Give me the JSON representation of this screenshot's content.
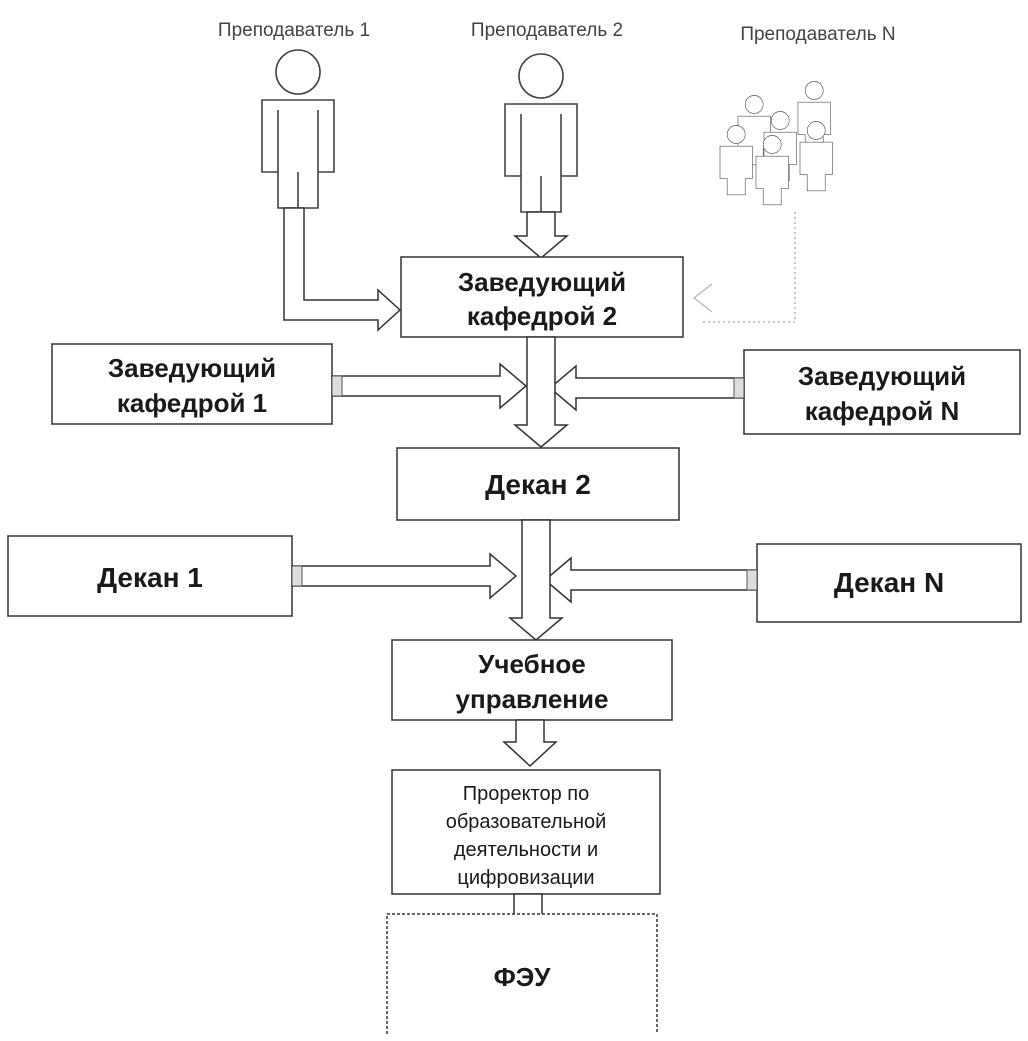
{
  "teachers": {
    "teacher_1": "Преподаватель 1",
    "teacher_2": "Преподаватель 2",
    "teacher_n": "Преподаватель N"
  },
  "heads": {
    "head_2": [
      "Заведующий",
      "кафедрой 2"
    ],
    "head_1": [
      "Заведующий",
      "кафедрой 1"
    ],
    "head_n": [
      "Заведующий",
      "кафедрой N"
    ]
  },
  "deans": {
    "dean_2": "Декан 2",
    "dean_1": "Декан 1",
    "dean_n": "Декан N"
  },
  "academic_office": [
    "Учебное",
    "управление"
  ],
  "vice_rector": [
    "Проректор по",
    "образовательной",
    "деятельности и",
    "цифровизации"
  ],
  "feu": "ФЭУ",
  "colors": {
    "stroke": "#333333",
    "faint": "#b5b5b5",
    "text": "#1a1a1a"
  },
  "icons": [
    "person-icon",
    "group-icon"
  ]
}
